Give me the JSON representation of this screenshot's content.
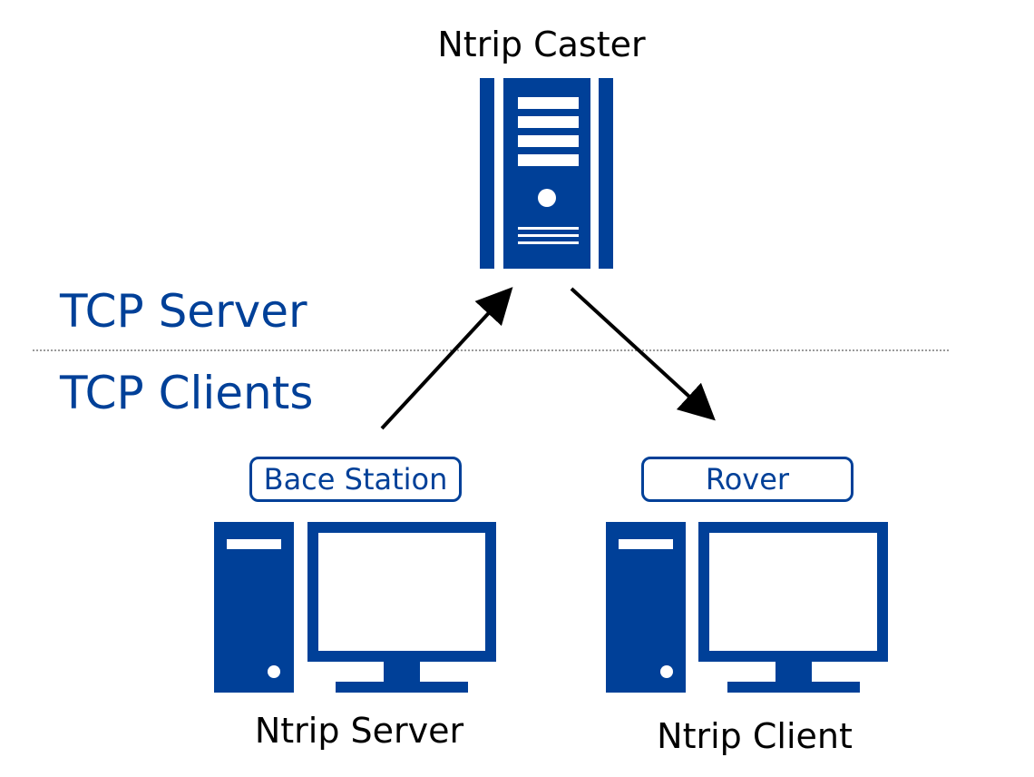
{
  "colors": {
    "primary": "#004098",
    "text": "#000000",
    "divider": "#9a9a9a",
    "background": "#ffffff"
  },
  "caster": {
    "label": "Ntrip Caster",
    "icon": "server-tower-icon"
  },
  "tiers": {
    "server": "TCP Server",
    "clients": "TCP Clients"
  },
  "nodes": {
    "ntrip_server": {
      "label": "Ntrip Server",
      "role": "Bace Station",
      "icon": "desktop-computer-icon"
    },
    "ntrip_client": {
      "label": "Ntrip Client",
      "role": "Rover",
      "icon": "desktop-computer-icon"
    }
  },
  "connections": [
    {
      "from": "Ntrip Server",
      "to": "Ntrip Caster",
      "icon": "arrow-up-right-icon"
    },
    {
      "from": "Ntrip Caster",
      "to": "Ntrip Client",
      "icon": "arrow-down-right-icon"
    }
  ]
}
